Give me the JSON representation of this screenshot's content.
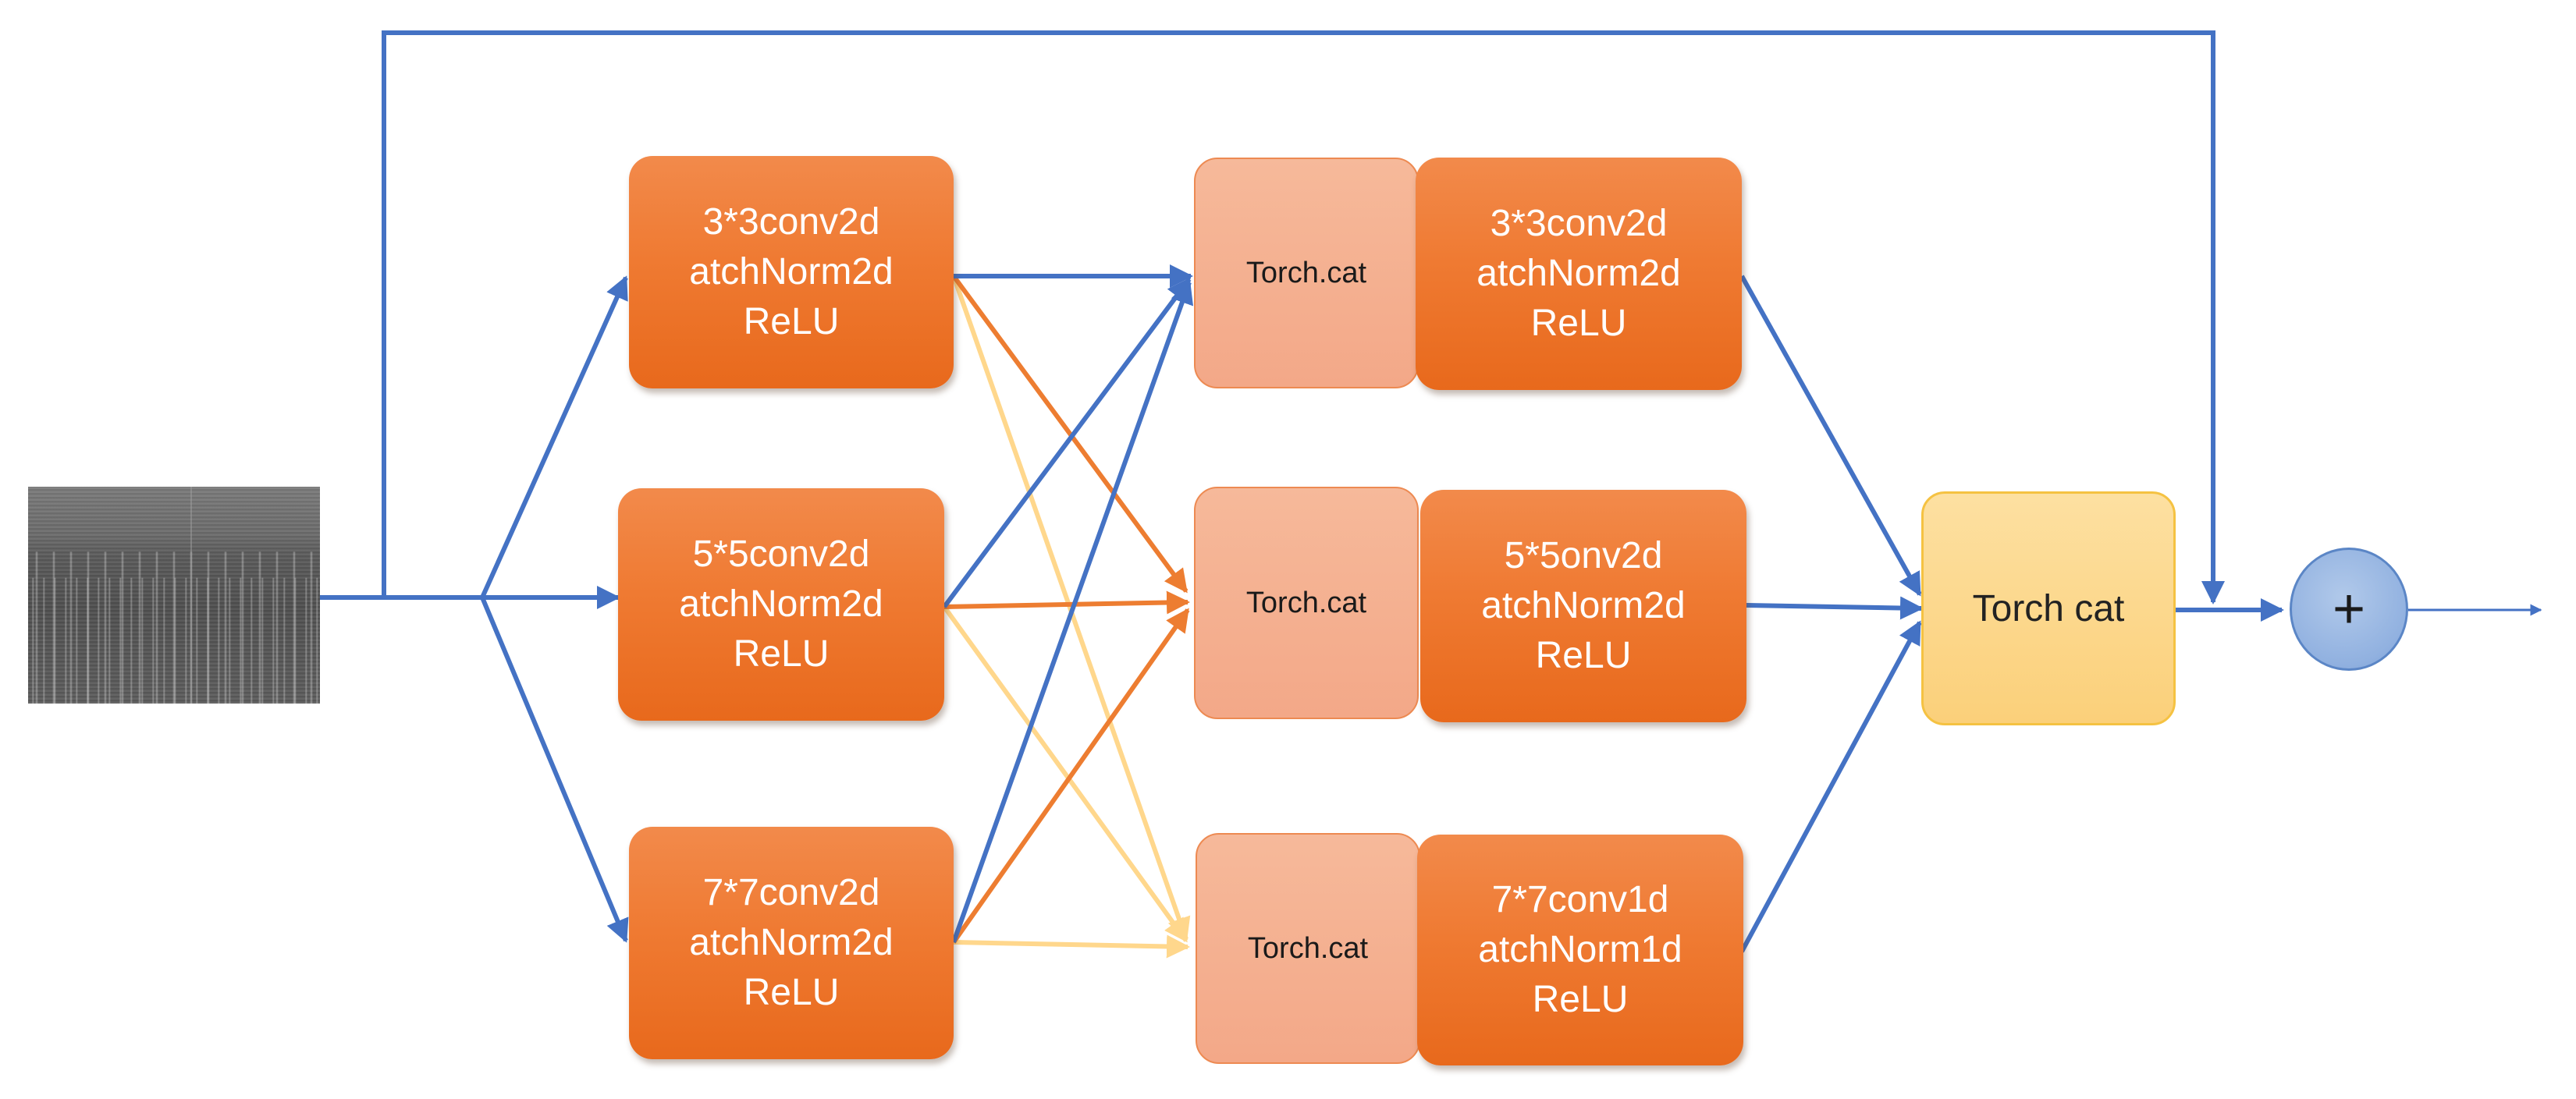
{
  "input": {
    "icon": "spectrogram-image"
  },
  "branches": [
    {
      "lines": [
        "3*3conv2d",
        "atchNorm2d",
        "ReLU"
      ]
    },
    {
      "lines": [
        "5*5conv2d",
        "atchNorm2d",
        "ReLU"
      ]
    },
    {
      "lines": [
        "7*7conv2d",
        "atchNorm2d",
        "ReLU"
      ]
    }
  ],
  "concat_nodes": [
    {
      "label": "Torch.cat"
    },
    {
      "label": "Torch.cat"
    },
    {
      "label": "Torch.cat"
    }
  ],
  "second_stage": [
    {
      "lines": [
        "3*3conv2d",
        "atchNorm2d",
        "ReLU"
      ]
    },
    {
      "lines": [
        "5*5onv2d",
        "atchNorm2d",
        "ReLU"
      ]
    },
    {
      "lines": [
        "7*7conv1d",
        "atchNorm1d",
        "ReLU"
      ]
    }
  ],
  "final_concat": {
    "label": "Torch cat"
  },
  "sum_node": {
    "symbol": "+"
  },
  "colors": {
    "blue_arrow": "#4472c4",
    "orange_arrow": "#ed7d31",
    "yellow_arrow": "#ffd78c",
    "conv_fill": "#ef7a32",
    "concat_fill": "#f4b08f",
    "final_fill": "#fdd88a",
    "plus_fill": "#9db9e4"
  }
}
